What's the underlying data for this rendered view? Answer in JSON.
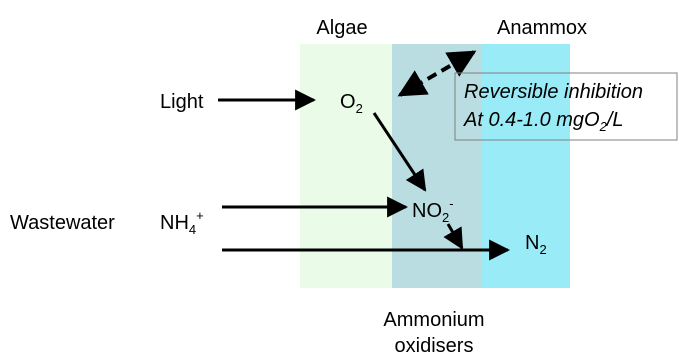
{
  "zones": {
    "algae": {
      "label": "Algae",
      "color": "#eafbe8"
    },
    "ammonium_oxidisers": {
      "label_line1": "Ammonium",
      "label_line2": "oxidisers",
      "color": "#b9dde0"
    },
    "anammox": {
      "label": "Anammox",
      "color": "#99ebf7"
    }
  },
  "inputs": {
    "light": "Light",
    "wastewater": "Wastewater",
    "nh4": {
      "base": "NH",
      "sub": "4",
      "sup": "+"
    }
  },
  "species": {
    "o2": {
      "base": "O",
      "sub": "2"
    },
    "no2": {
      "base": "NO",
      "sub": "2",
      "sup": "-"
    },
    "n2": {
      "base": "N",
      "sub": "2"
    }
  },
  "inhibition_note": {
    "line1": "Reversible inhibition",
    "line2_prefix": "At 0.4-1.0 mgO",
    "line2_sub": "2",
    "line2_suffix": "/L"
  }
}
